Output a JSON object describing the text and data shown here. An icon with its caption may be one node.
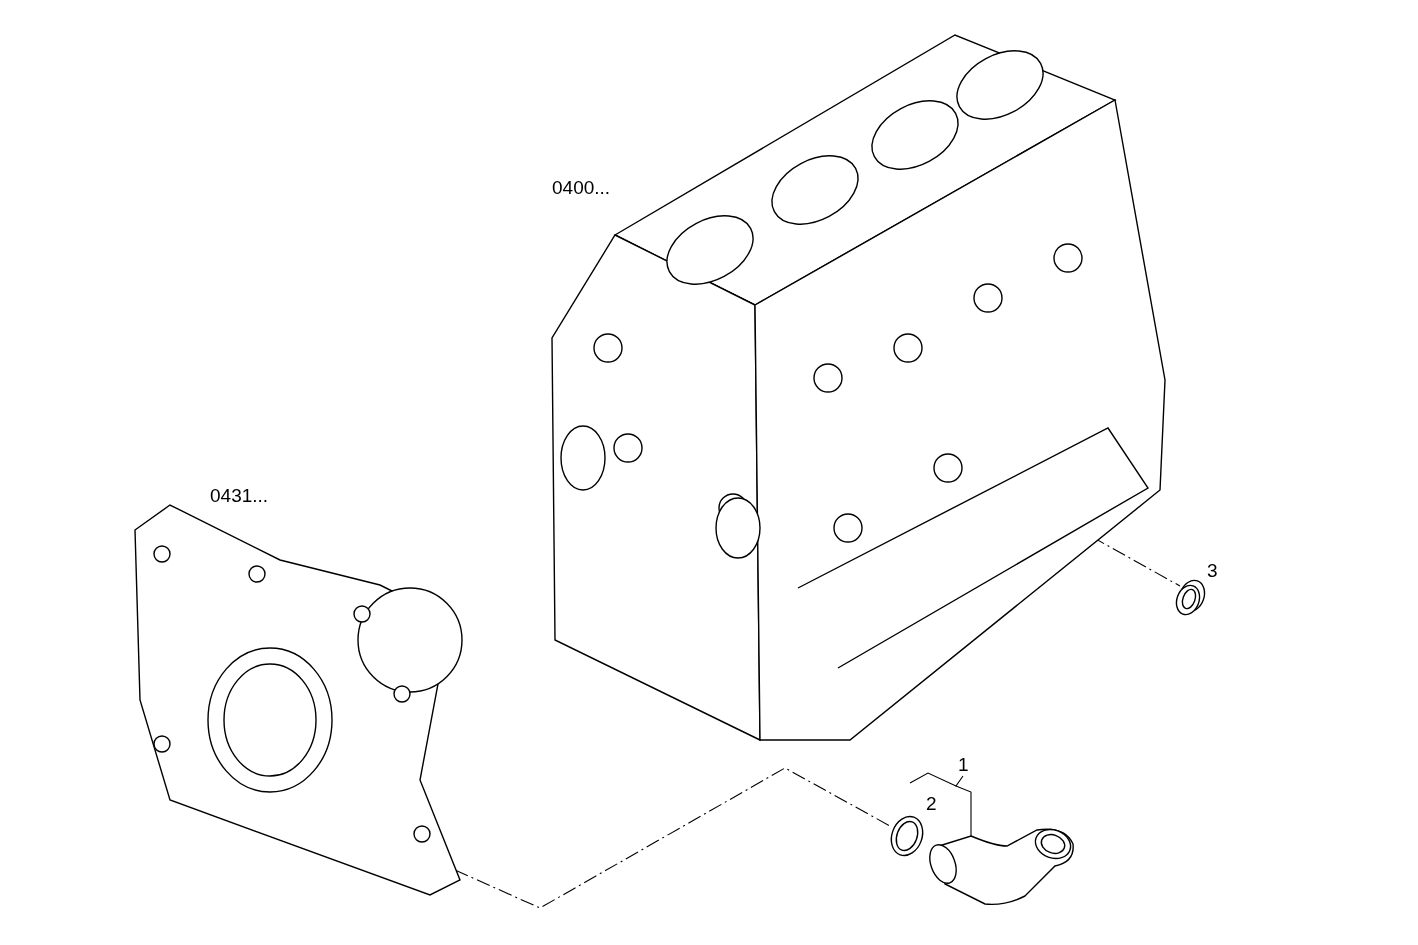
{
  "diagram": {
    "nodes": [
      {
        "text": [],
        "shape": "picture",
        "beside": [
          "0400..."
        ]
      },
      {
        "text": [],
        "shape": "picture",
        "beside": [
          "0431..."
        ]
      },
      {
        "text": [],
        "shape": "picture",
        "beside": [
          "3"
        ]
      },
      {
        "text": [],
        "shape": "picture",
        "beside": [
          "2"
        ]
      },
      {
        "text": [],
        "shape": "picture"
      },
      {
        "text": [
          "1"
        ]
      }
    ],
    "edges": [
      {
        "from": 0,
        "to": 2,
        "arrow": "none",
        "style": "dashed"
      },
      {
        "from": 1,
        "to": 3,
        "arrow": "none",
        "style": "dashed"
      },
      {
        "from": 5,
        "to": 4,
        "arrow": "none"
      }
    ]
  }
}
